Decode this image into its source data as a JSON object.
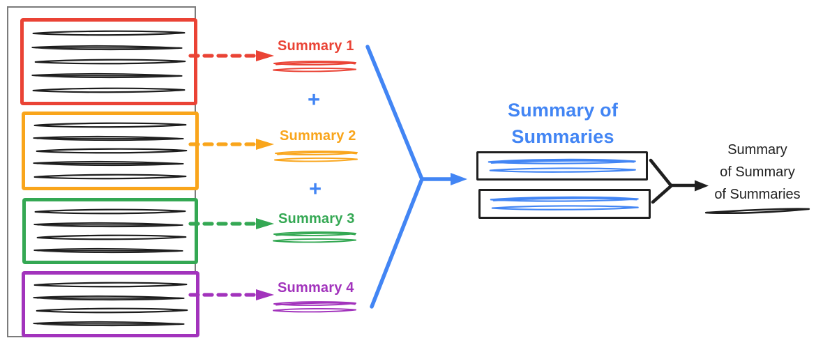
{
  "colors": {
    "red": "#EA4335",
    "yellow": "#F9A51B",
    "green": "#34A853",
    "purple": "#A233BC",
    "blue": "#4285F4",
    "black": "#1F1F1F",
    "stack_border_gray": "#7B7B7B"
  },
  "source_stack": {
    "documents": [
      {
        "name": "document-1",
        "color": "#EA4335",
        "scribble_lines": 5
      },
      {
        "name": "document-2",
        "color": "#F9A51B",
        "scribble_lines": 5
      },
      {
        "name": "document-3",
        "color": "#34A853",
        "scribble_lines": 4
      },
      {
        "name": "document-4",
        "color": "#A233BC",
        "scribble_lines": 4
      }
    ]
  },
  "map_step": {
    "plus": "+",
    "summaries": [
      {
        "label": "Summary 1",
        "color": "#EA4335"
      },
      {
        "label": "Summary 2",
        "color": "#F9A51B"
      },
      {
        "label": "Summary 3",
        "color": "#34A853"
      },
      {
        "label": "Summary 4",
        "color": "#A233BC"
      }
    ]
  },
  "reduce_step": {
    "color": "#4285F4",
    "title_lines": [
      "Summary of",
      "Summaries"
    ],
    "box_count": 2,
    "scribble_lines_per_box": 2
  },
  "final_step": {
    "color": "#1F1F1F",
    "label_lines": [
      "Summary",
      "of Summary",
      "of Summaries"
    ]
  }
}
